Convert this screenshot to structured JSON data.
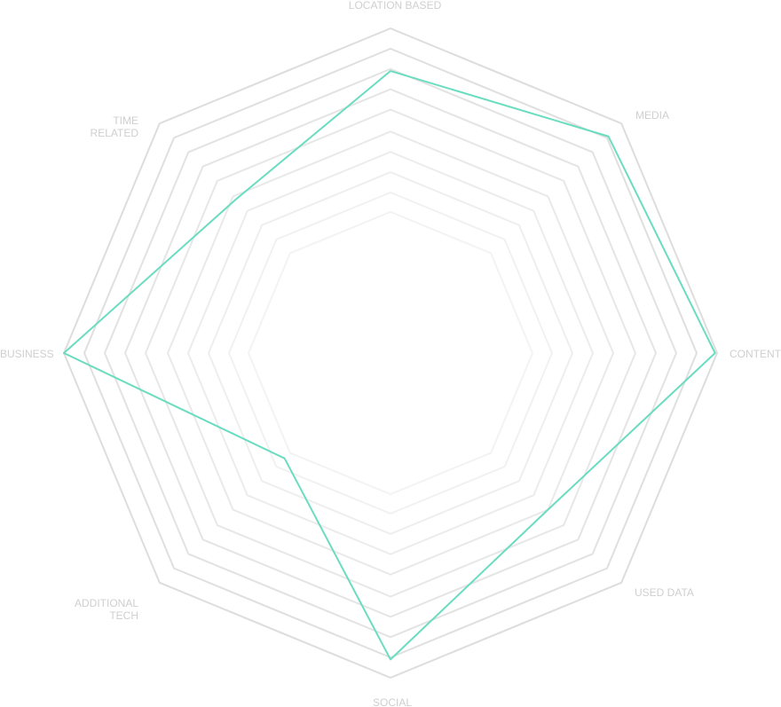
{
  "chart_data": {
    "type": "radar",
    "axes": [
      {
        "label": [
          "LOCATION BASED"
        ]
      },
      {
        "label": [
          "MEDIA"
        ]
      },
      {
        "label": [
          "CONTENT"
        ]
      },
      {
        "label": [
          "USED DATA"
        ]
      },
      {
        "label": [
          "SOCIAL"
        ]
      },
      {
        "label": [
          "ADDITIONAL",
          "TECH"
        ]
      },
      {
        "label": [
          "BUSINESS"
        ]
      },
      {
        "label": [
          "TIME",
          "RELATED"
        ]
      }
    ],
    "ring_levels": [
      1,
      2,
      3,
      4,
      5,
      6,
      7,
      8,
      9
    ],
    "rmax": 9,
    "grid": true,
    "series": [
      {
        "values": [
          6.9,
          8.1,
          8.9,
          4.0,
          8.1,
          0.4,
          9.1,
          3.8
        ],
        "color": "#6adcc0"
      }
    ],
    "grid_color_outer": "#dddddd",
    "grid_color_inner": "#f3f3f3"
  }
}
